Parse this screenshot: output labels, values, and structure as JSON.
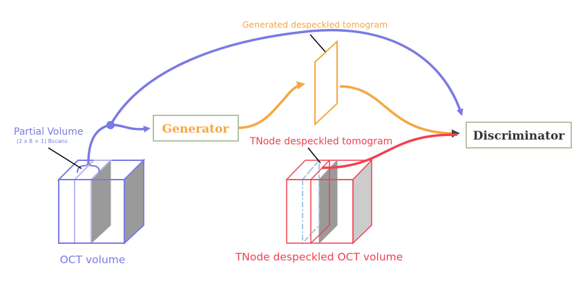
{
  "labels": {
    "generated_tomogram": "Generated despeckled tomogram",
    "generator": "Generator",
    "discriminator": "Discriminator",
    "partial_volume": "Partial Volume",
    "partial_volume_sub": "(2 x 8 + 1) Bscans",
    "tnode_tomogram": "TNode despeckled tomogram",
    "oct_volume": "OCT volume",
    "tnode_volume": "TNode despeckled OCT volume"
  },
  "colors": {
    "blue": "#7B79E3",
    "orange": "#F5A742",
    "red": "#F0414F",
    "dark": "#333333",
    "box_border": "#9CAF88",
    "light_blue": "#9DC8E8",
    "gray": "#9A9A9A",
    "light_gray": "#CCCCCC",
    "lavender": "#B8B6F0"
  }
}
